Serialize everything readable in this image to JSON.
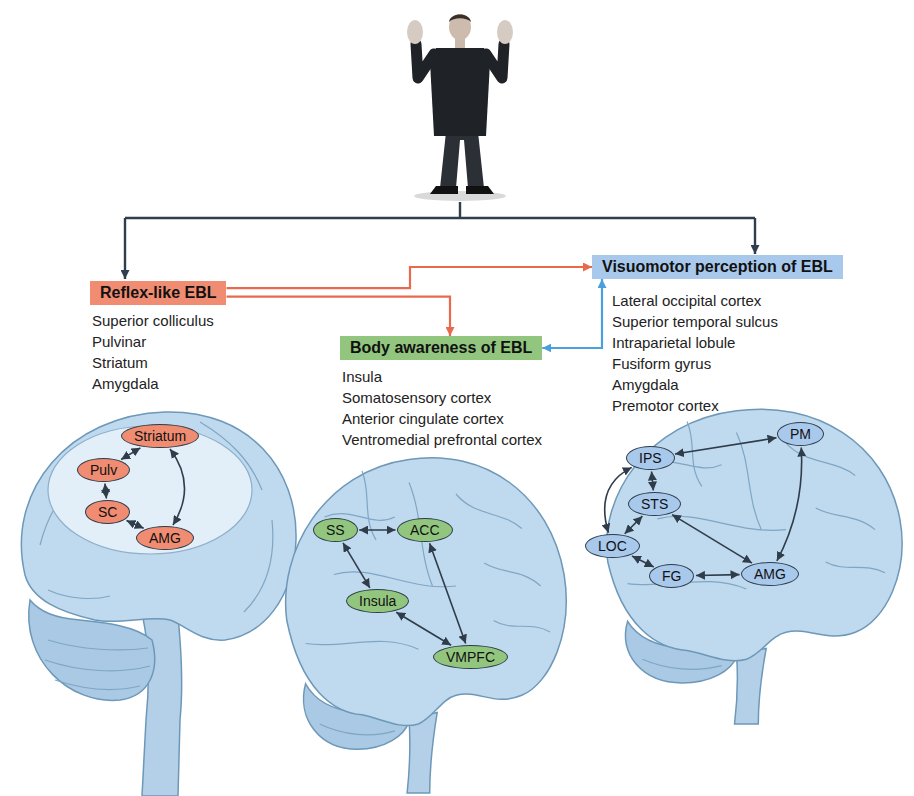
{
  "diagram": {
    "nodes": [
      {
        "text": [
          "Visuomotor perception of EBL"
        ]
      },
      {
        "text": [
          "Reflex-like EBL"
        ]
      },
      {
        "text": [
          "Body awareness of EBL"
        ]
      },
      {
        "text": [
          "Striatum"
        ]
      },
      {
        "text": [
          "Pulv"
        ]
      },
      {
        "text": [
          "SC"
        ]
      },
      {
        "text": [
          "AMG"
        ]
      },
      {
        "text": [
          "SS"
        ]
      },
      {
        "text": [
          "ACC"
        ]
      },
      {
        "text": [
          "Insula"
        ]
      },
      {
        "text": [
          "VMPFC"
        ]
      },
      {
        "text": [
          "PM"
        ]
      },
      {
        "text": [
          "IPS"
        ]
      },
      {
        "text": [
          "STS"
        ]
      },
      {
        "text": [
          "LOC"
        ]
      },
      {
        "text": [
          "FG"
        ]
      },
      {
        "text": [
          "AMG"
        ]
      }
    ],
    "edges": [
      {
        "from": 1,
        "to": 0,
        "arrow": "to"
      },
      {
        "from": 1,
        "to": 2,
        "arrow": "to"
      },
      {
        "from": 2,
        "to": 0,
        "arrow": "both"
      },
      {
        "from": 3,
        "to": 4,
        "arrow": "both"
      },
      {
        "from": 4,
        "to": 5,
        "arrow": "both"
      },
      {
        "from": 5,
        "to": 6,
        "arrow": "both"
      },
      {
        "from": 6,
        "to": 3,
        "arrow": "both"
      },
      {
        "from": 7,
        "to": 8,
        "arrow": "both"
      },
      {
        "from": 7,
        "to": 9,
        "arrow": "both"
      },
      {
        "from": 8,
        "to": 10,
        "arrow": "both"
      },
      {
        "from": 9,
        "to": 10,
        "arrow": "both"
      },
      {
        "from": 11,
        "to": 12,
        "arrow": "both"
      },
      {
        "from": 12,
        "to": 13,
        "arrow": "both"
      },
      {
        "from": 12,
        "to": 14,
        "arrow": "both"
      },
      {
        "from": 13,
        "to": 14,
        "arrow": "both"
      },
      {
        "from": 14,
        "to": 15,
        "arrow": "both"
      },
      {
        "from": 15,
        "to": 16,
        "arrow": "both"
      },
      {
        "from": 13,
        "to": 16,
        "arrow": "both"
      },
      {
        "from": 11,
        "to": 16,
        "arrow": "both"
      }
    ],
    "labels": [
      "Lateral occipital cortex",
      "Superior temporal sulcus",
      "Intraparietal lobule",
      "Fusiform gyrus",
      "Amygdala",
      "Premotor cortex",
      "Superior colliculus",
      "Pulvinar",
      "Striatum",
      "Amygdala",
      "Insula",
      "Somatosensory cortex",
      "Anterior cingulate cortex",
      "Ventromedial prefrontal cortex"
    ]
  }
}
